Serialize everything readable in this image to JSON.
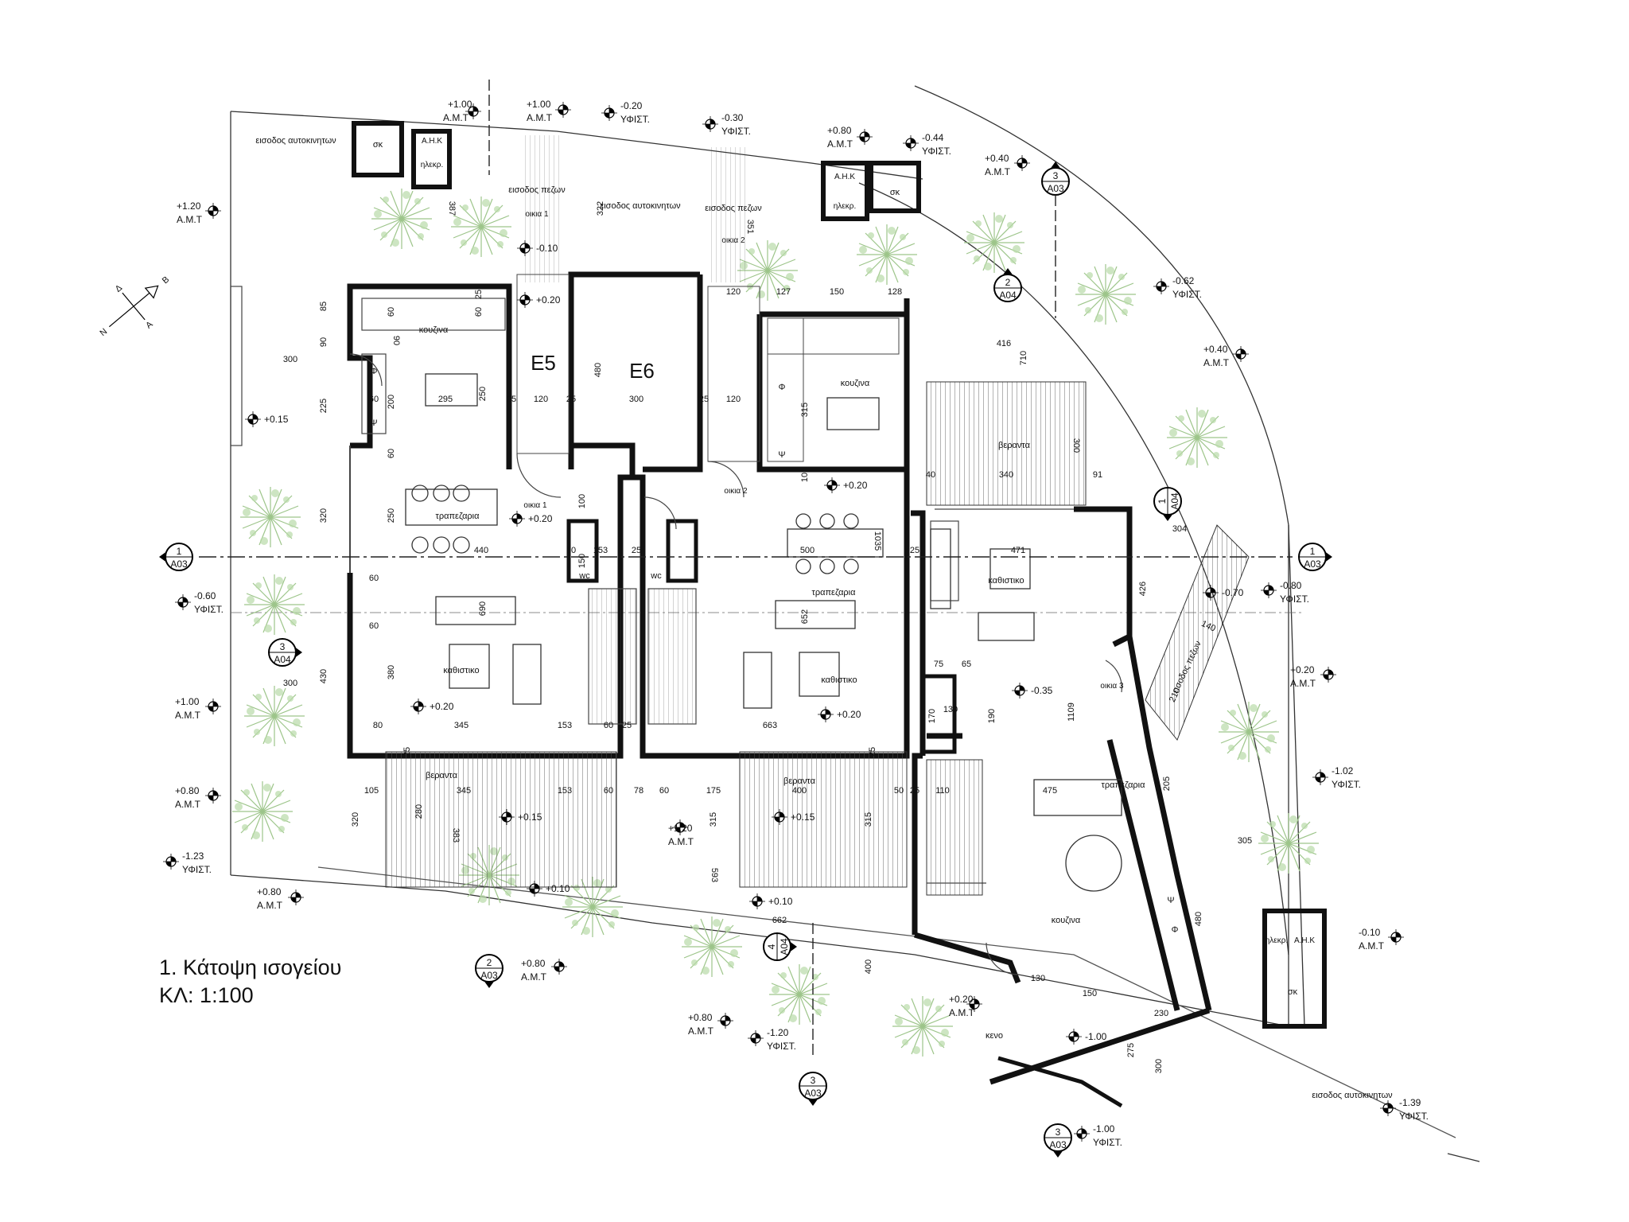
{
  "title": {
    "line1": "1. Κάτοψη ισογείου",
    "line2": "ΚΛ: 1:100"
  },
  "colors": {
    "wall": "#111111",
    "line": "#333333",
    "thin": "#666666",
    "tree": "#9dc58a",
    "marker": "#000000"
  },
  "rooms": {
    "entrance_cars_1": "εισοδος αυτοκινητων",
    "entrance_cars_2": "εισοδος αυτοκινητων",
    "entrance_cars_3": "εισοδος αυτοκινητων",
    "entrance_ped_1": "εισοδος πεζων",
    "entrance_ped_2": "εισοδος πεζων",
    "entrance_ped_3": "εισοδος πεζων",
    "sk": "σκ",
    "ahk": "Α.Η.Κ",
    "ilekr": "ηλεκρ.",
    "kitchen": "κουζινα",
    "dining": "τραπεζαρια",
    "living": "καθιστικο",
    "wc": "wc",
    "veranda": "βεραντα",
    "keno": "κενο",
    "E5": "E5",
    "E6": "E6",
    "house1": "οικια 1",
    "house2": "οικια 2",
    "house3": "οικια 3",
    "phi": "Φ",
    "psi": "Ψ"
  },
  "levels": [
    {
      "v": "+1.00",
      "r": "Α.Μ.Τ"
    },
    {
      "v": "+1.00",
      "r": "Α.Μ.Τ"
    },
    {
      "v": "-0.20",
      "r": "ΥΦΙΣΤ."
    },
    {
      "v": "-0.30",
      "r": "ΥΦΙΣΤ."
    },
    {
      "v": "+0.80",
      "r": "Α.Μ.Τ"
    },
    {
      "v": "-0.44",
      "r": "ΥΦΙΣΤ."
    },
    {
      "v": "+0.40",
      "r": "Α.Μ.Τ"
    },
    {
      "v": "+1.20",
      "r": "Α.Μ.Τ"
    },
    {
      "v": "-0.62",
      "r": "ΥΦΙΣΤ."
    },
    {
      "v": "+0.40",
      "r": "Α.Μ.Τ"
    },
    {
      "v": "-0.60",
      "r": "ΥΦΙΣΤ."
    },
    {
      "v": "-0.80",
      "r": "ΥΦΙΣΤ."
    },
    {
      "v": "+0.20",
      "r": "Α.Μ.Τ"
    },
    {
      "v": "+1.00",
      "r": "Α.Μ.Τ"
    },
    {
      "v": "+0.80",
      "r": "Α.Μ.Τ"
    },
    {
      "v": "-1.02",
      "r": "ΥΦΙΣΤ."
    },
    {
      "v": "-1.23",
      "r": "ΥΦΙΣΤ."
    },
    {
      "v": "+0.80",
      "r": "Α.Μ.Τ"
    },
    {
      "v": "+1.20",
      "r": "Α.Μ.Τ"
    },
    {
      "v": "-0.10",
      "r": "Α.Μ.Τ"
    },
    {
      "v": "+0.80",
      "r": "Α.Μ.Τ"
    },
    {
      "v": "+0.80",
      "r": "Α.Μ.Τ"
    },
    {
      "v": "-1.20",
      "r": "ΥΦΙΣΤ."
    },
    {
      "v": "+0.20",
      "r": "Α.Μ.Τ"
    },
    {
      "v": "-1.39",
      "r": "ΥΦΙΣΤ."
    },
    {
      "v": "-1.00",
      "r": "ΥΦΙΣΤ."
    }
  ],
  "floor_levels": {
    "a": "-0.10",
    "b": "+0.20",
    "c": "+0.15",
    "d": "+0.20",
    "e": "+0.20",
    "f": "+0.20",
    "g": "+0.20",
    "h": "-0.35",
    "i": "+0.15",
    "j": "+0.15",
    "k": "+0.10",
    "l": "+0.10",
    "m": "-1.00",
    "n": "-0.70"
  },
  "sections": [
    {
      "n": "1",
      "s": "A03"
    },
    {
      "n": "1",
      "s": "A03"
    },
    {
      "n": "1",
      "s": "A04"
    },
    {
      "n": "2",
      "s": "A04"
    },
    {
      "n": "2",
      "s": "A03"
    },
    {
      "n": "3",
      "s": "A03"
    },
    {
      "n": "3",
      "s": "A04"
    },
    {
      "n": "3",
      "s": "A03"
    },
    {
      "n": "3",
      "s": "A03"
    },
    {
      "n": "4",
      "s": "A04"
    }
  ],
  "dims": {
    "d387": "387",
    "d322": "322",
    "d351": "351",
    "d120a": "120",
    "d127": "127",
    "d150a": "150",
    "d128": "128",
    "d85": "85",
    "d90a": "90",
    "d60a": "60",
    "d90b": "90",
    "d60b": "60",
    "d25a": "25",
    "d300a": "300",
    "d225": "225",
    "d200": "200",
    "d295": "295",
    "d250a": "250",
    "d25b": "25",
    "d120b": "120",
    "d25c": "25",
    "d480a": "480",
    "d300b": "300",
    "d25d": "25",
    "d120c": "120",
    "d416": "416",
    "d710": "710",
    "d315a": "315",
    "d60c": "60",
    "d60d": "60",
    "d40": "40",
    "d340": "340",
    "d91": "91",
    "d300c": "300",
    "d320": "320",
    "d250b": "250",
    "d440": "440",
    "d100": "100",
    "d10": "10",
    "d1035": "1035",
    "d304": "304",
    "d10b": "10",
    "d150b": "150",
    "d153a": "153",
    "d25e": "25",
    "d500": "500",
    "d25f": "25",
    "d471": "471",
    "d426": "426",
    "d140": "140",
    "d60e": "60",
    "d690": "690",
    "d652": "652",
    "d210": "210",
    "d60f": "60",
    "d430": "430",
    "d380": "380",
    "d300d": "300",
    "d75": "75",
    "d65": "65",
    "d130a": "130",
    "d170": "170",
    "d190": "190",
    "d1109": "1109",
    "d80": "80",
    "d345a": "345",
    "d153b": "153",
    "d60g": "60",
    "d25g": "25",
    "d663": "663",
    "d25h": "25",
    "d25i": "25",
    "d105": "105",
    "d345b": "345",
    "d153c": "153",
    "d60h": "60",
    "d78": "78",
    "d60i": "60",
    "d175": "175",
    "d400a": "400",
    "d50": "50",
    "d25j": "25",
    "d110": "110",
    "d475": "475",
    "d205": "205",
    "d320b": "320",
    "d280": "280",
    "d383": "383",
    "d315b": "315",
    "d315c": "315",
    "d593": "593",
    "d305": "305",
    "d480b": "480",
    "d662": "662",
    "d400b": "400",
    "d130b": "130",
    "d150c": "150",
    "d230": "230",
    "d275": "275",
    "d300e": "300"
  },
  "compass": {
    "b": "Β",
    "d": "Δ",
    "a": "Α",
    "n": "Ν"
  }
}
